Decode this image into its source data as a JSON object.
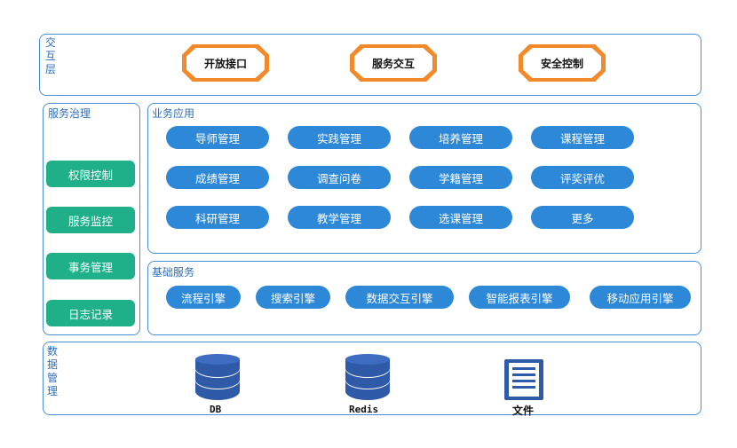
{
  "interaction_layer": {
    "label": "交互层",
    "items": [
      "开放接口",
      "服务交互",
      "安全控制"
    ]
  },
  "service_governance": {
    "label": "服务治理",
    "items": [
      "权限控制",
      "服务监控",
      "事务管理",
      "日志记录"
    ]
  },
  "business_apps": {
    "label": "业务应用",
    "items": [
      "导师管理",
      "实践管理",
      "培养管理",
      "课程管理",
      "成绩管理",
      "调查问卷",
      "学籍管理",
      "评奖评优",
      "科研管理",
      "教学管理",
      "选课管理",
      "更多"
    ]
  },
  "basic_services": {
    "label": "基础服务",
    "items": [
      "流程引擎",
      "搜索引擎",
      "数据交互引擎",
      "智能报表引擎",
      "移动应用引擎"
    ]
  },
  "data_management": {
    "label": "数据管理",
    "items": [
      "DB",
      "Redis",
      "文件"
    ]
  },
  "colors": {
    "border": "#4a8fd6",
    "label_text": "#2f6fb8",
    "orange": "#f08a2b",
    "blue_pill": "#2e88d8",
    "green_pill": "#1fb08a",
    "db_icon": "#2f5aa8"
  }
}
